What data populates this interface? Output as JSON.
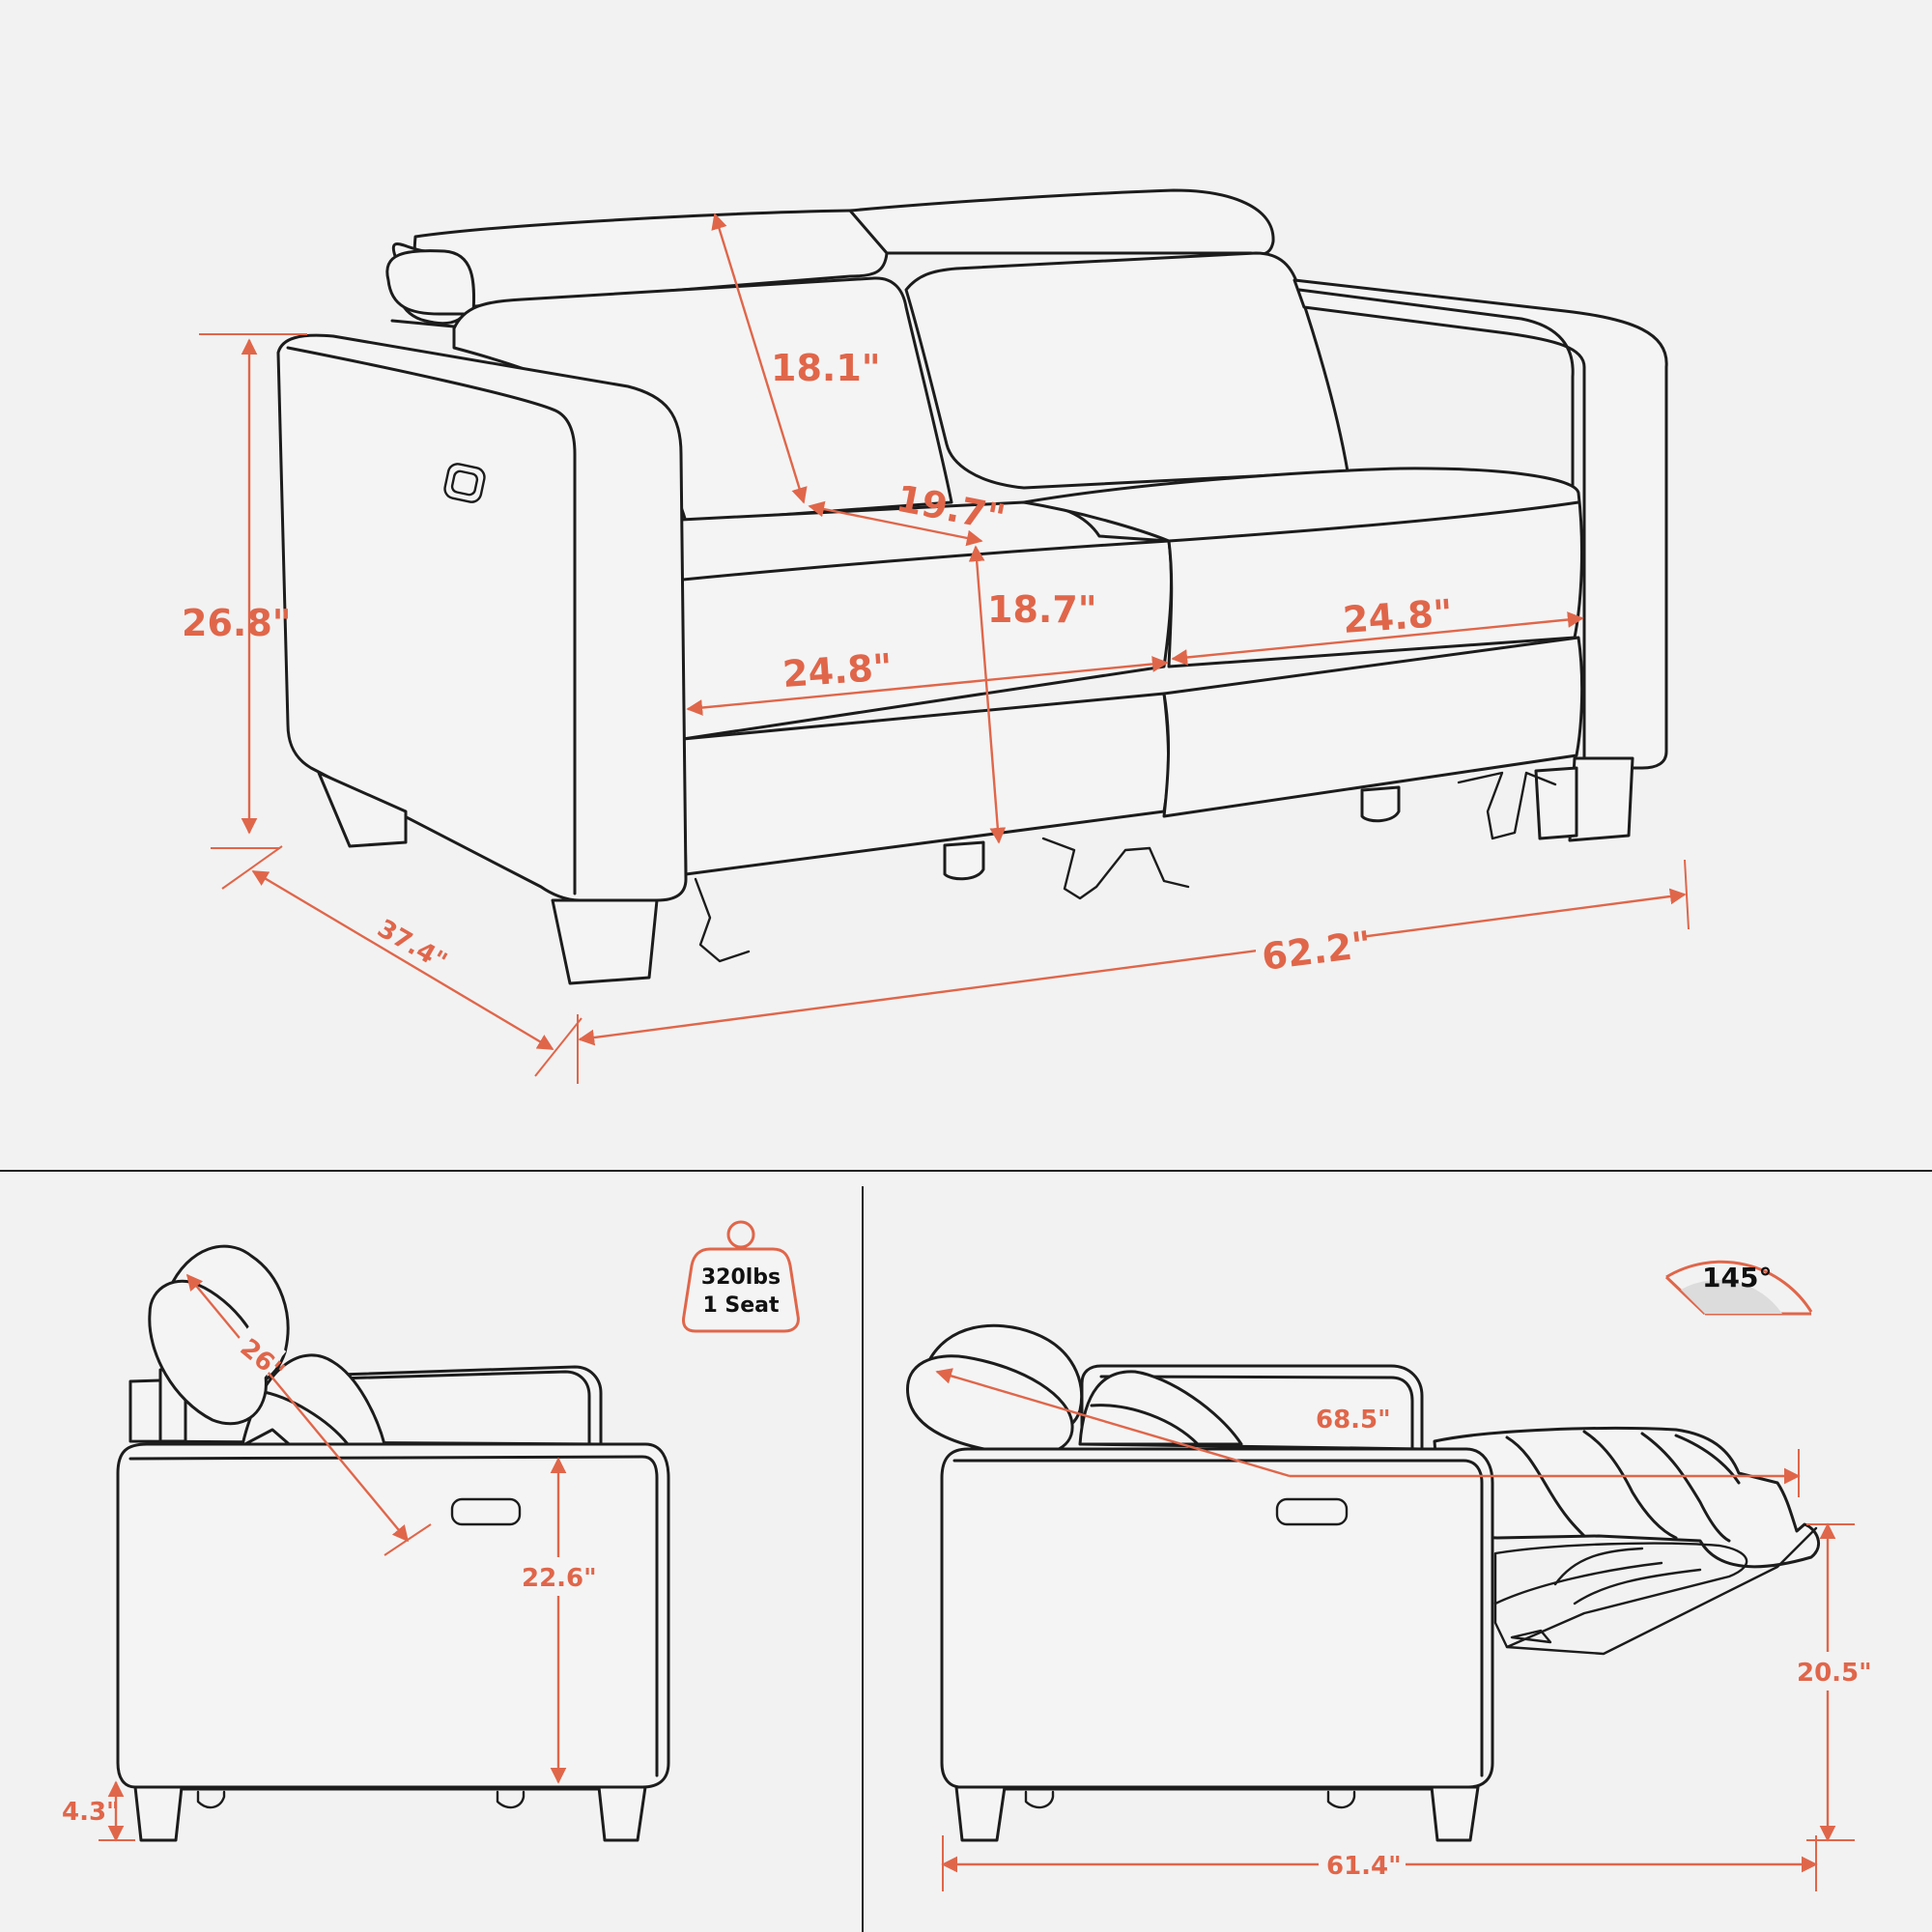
{
  "main_view": {
    "dimensions": {
      "headrest_depth": "18.1\"",
      "seat_depth": "19.7\"",
      "seat_height_from_floor": "18.7\"",
      "seat_width_left": "24.8\"",
      "seat_width_right": "24.8\"",
      "overall_height": "26.8\"",
      "overall_depth": "37.4\"",
      "overall_width": "62.2\""
    }
  },
  "side_view": {
    "dimensions": {
      "headrest_extension": "26\"",
      "arm_height": "22.6\"",
      "leg_height": "4.3\""
    },
    "capacity_badge": {
      "weight": "320lbs",
      "unit": "1 Seat"
    }
  },
  "reclined_view": {
    "dimensions": {
      "reclined_length": "68.5\"",
      "footrest_height": "20.5\"",
      "base_length": "61.4\""
    },
    "recline_angle": "145°"
  },
  "colors": {
    "accent": "#e0664a",
    "line": "#1c1c1c",
    "background": "#f2f2f2"
  }
}
